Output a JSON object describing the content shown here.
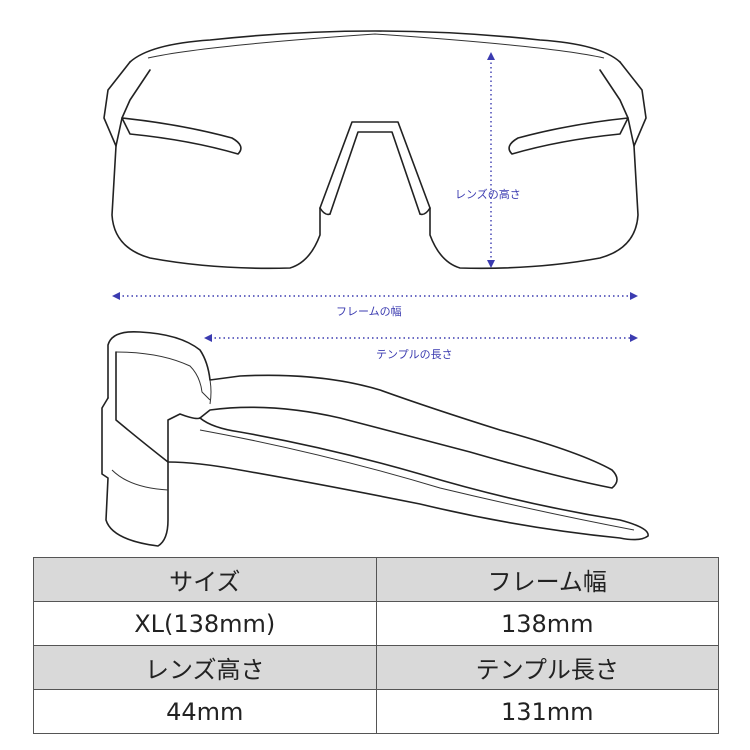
{
  "diagram": {
    "labels": {
      "lens_height": "レンズの高さ",
      "frame_width": "フレームの幅",
      "temple_length": "テンプルの長さ"
    },
    "colors": {
      "dimension": "#3b3bb0",
      "outline": "#222222",
      "header_bg": "#d9d9d9"
    }
  },
  "spec_table": {
    "rows": [
      {
        "type": "header",
        "cells": [
          "サイズ",
          "フレーム幅"
        ]
      },
      {
        "type": "value",
        "cells": [
          "XL(138mm)",
          "138mm"
        ]
      },
      {
        "type": "header",
        "cells": [
          "レンズ高さ",
          "テンプル長さ"
        ]
      },
      {
        "type": "value",
        "cells": [
          "44mm",
          "131mm"
        ]
      }
    ]
  }
}
